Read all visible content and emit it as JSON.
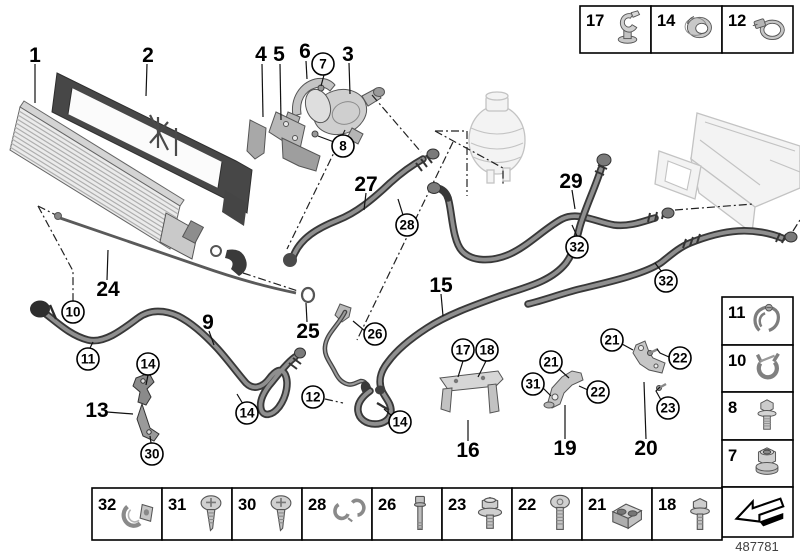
{
  "page": {
    "title": "cooling-system-coolant-hoses-parts-diagram",
    "background": "#ffffff"
  },
  "footer": {
    "drawing_number": "487781"
  },
  "callouts": {
    "plain": [
      {
        "label": "1"
      },
      {
        "label": "2"
      },
      {
        "label": "4"
      },
      {
        "label": "5"
      },
      {
        "label": "6"
      },
      {
        "label": "3"
      },
      {
        "label": "27"
      },
      {
        "label": "29"
      },
      {
        "label": "24"
      },
      {
        "label": "15"
      },
      {
        "label": "25"
      },
      {
        "label": "9"
      },
      {
        "label": "13"
      },
      {
        "label": "16"
      },
      {
        "label": "19"
      },
      {
        "label": "20"
      }
    ],
    "circled": [
      {
        "label": "7"
      },
      {
        "label": "8"
      },
      {
        "label": "28"
      },
      {
        "label": "32"
      },
      {
        "label": "32"
      },
      {
        "label": "10"
      },
      {
        "label": "11"
      },
      {
        "label": "14"
      },
      {
        "label": "30"
      },
      {
        "label": "14"
      },
      {
        "label": "12"
      },
      {
        "label": "14"
      },
      {
        "label": "26"
      },
      {
        "label": "17"
      },
      {
        "label": "18"
      },
      {
        "label": "31"
      },
      {
        "label": "21"
      },
      {
        "label": "22"
      },
      {
        "label": "21"
      },
      {
        "label": "22"
      },
      {
        "label": "23"
      }
    ]
  },
  "legend": {
    "top_row": [
      {
        "number": "17",
        "part": "hose-holder-clip"
      },
      {
        "number": "14",
        "part": "connector-sleeve"
      },
      {
        "number": "12",
        "part": "hose-clamp"
      }
    ],
    "right_column": [
      {
        "number": "11",
        "part": "retaining-clip"
      },
      {
        "number": "10",
        "part": "spring-band-clamp"
      },
      {
        "number": "8",
        "part": "screw-with-washer"
      },
      {
        "number": "7",
        "part": "collar-nut"
      }
    ],
    "bottom_row": [
      {
        "number": "32",
        "part": "holder-clip"
      },
      {
        "number": "31",
        "part": "pan-head-screw"
      },
      {
        "number": "30",
        "part": "pan-head-screw"
      },
      {
        "number": "28",
        "part": "retaining-clips"
      },
      {
        "number": "26",
        "part": "stud-bolt"
      },
      {
        "number": "23",
        "part": "hex-flange-screw"
      },
      {
        "number": "22",
        "part": "fillister-head-screw"
      },
      {
        "number": "21",
        "part": "clamping-block"
      },
      {
        "number": "18",
        "part": "hex-flange-screw"
      }
    ],
    "arrow_box": {
      "icon": "direction-of-travel-arrow"
    }
  }
}
